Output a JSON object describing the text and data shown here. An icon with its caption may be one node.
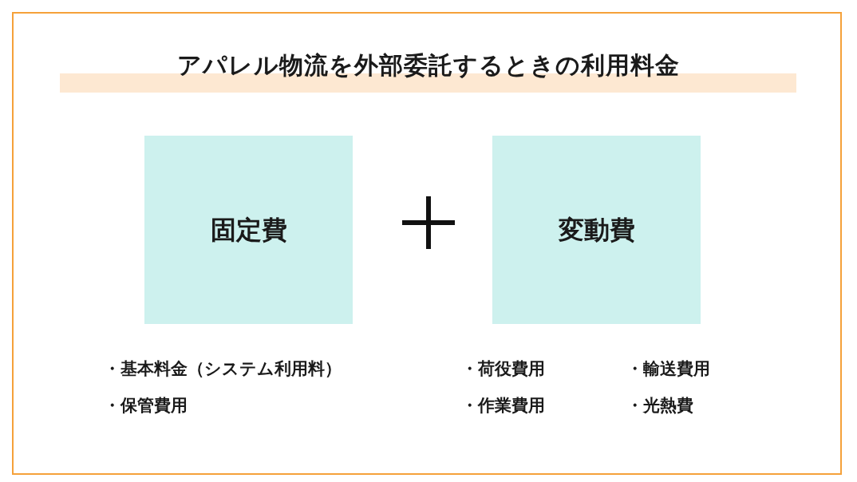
{
  "diagram": {
    "title": "アパレル物流を外部委託するときの利用料金",
    "nodes": [
      {
        "text": [
          "固定費"
        ],
        "beside": [
          "・基本料金（システム利用料）",
          "・保管費用"
        ]
      },
      {
        "text": [
          "変動費"
        ],
        "beside": [
          "・荷役費用",
          "・輸送費用",
          "・作業費用",
          "・光熱費"
        ]
      }
    ]
  }
}
